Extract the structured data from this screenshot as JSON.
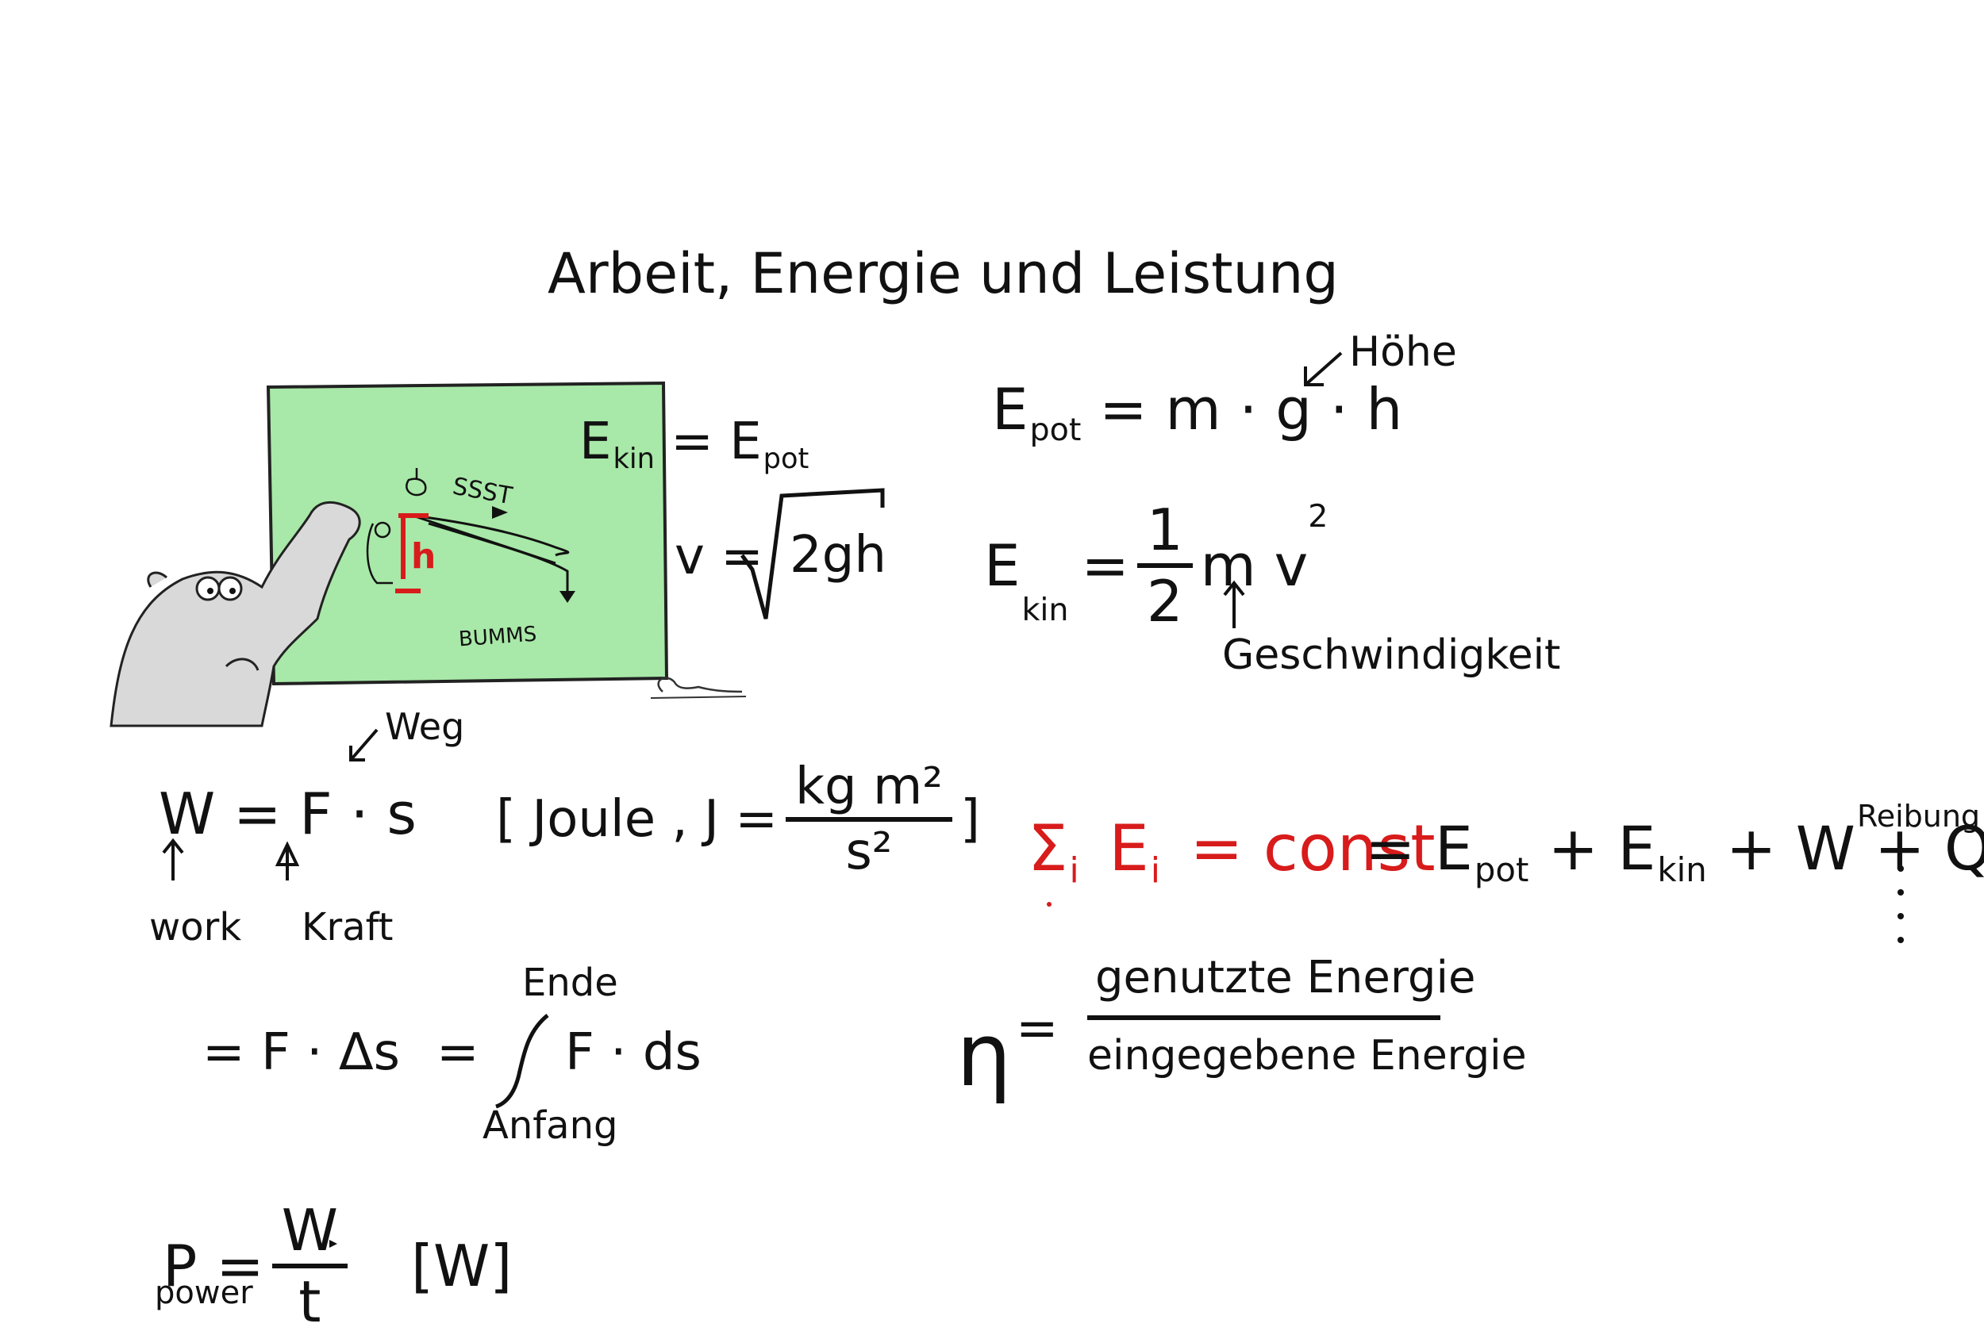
{
  "title": "Arbeit, Energie und Leistung",
  "board": {
    "color": "#a8e8a8",
    "ssst": "SSST",
    "h_mark": "h",
    "bumms": "BUMMS",
    "e_kin_label": "E",
    "e_kin_sub": "kin",
    "e_pot_label": "E",
    "e_pot_sub": "pot",
    "v_formula_left": "v =",
    "v_formula_root": "2gh"
  },
  "formulas": {
    "epot": {
      "lhs": "E",
      "sub": "pot",
      "rhs": "= m · g · h"
    },
    "hoehe": "Höhe",
    "ekin": {
      "lhs": "E",
      "sub": "kin",
      "eq": "=",
      "num": "1",
      "den": "2",
      "rest": "m v",
      "exp": "2"
    },
    "geschwindigkeit": "Geschwindigkeit",
    "weg": "Weg",
    "work": {
      "text": "W = F · s"
    },
    "work_label": "work",
    "kraft_label": "Kraft",
    "joule": {
      "left": "[ Joule , J =",
      "num": "kg m²",
      "den": "s²",
      "right": "]"
    },
    "sum": {
      "symbol": "Σ",
      "index": "i",
      "text": "E",
      "sub": "i",
      "rest": "= const"
    },
    "sum_rhs": {
      "a": "= E",
      "a_sub": "pot",
      "b": "+ E",
      "b_sub": "kin",
      "c": "+ W + Q +"
    },
    "reibung": "Reibung",
    "integral": {
      "lhs": "= F · Δs",
      "eq": "=",
      "upper": "Ende",
      "lower": "Anfang",
      "body": "F · ds"
    },
    "eta": {
      "symbol": "η",
      "eq": "=",
      "num": "genutzte Energie",
      "den": "eingegebene Energie"
    },
    "power": {
      "lhs": "P",
      "eq": "=",
      "num": "W",
      "den": "t",
      "unit": "[W]"
    },
    "power_label": "power"
  },
  "colors": {
    "ink": "#111111",
    "accent": "#d81b1b",
    "bear": "#d9d9d9"
  }
}
